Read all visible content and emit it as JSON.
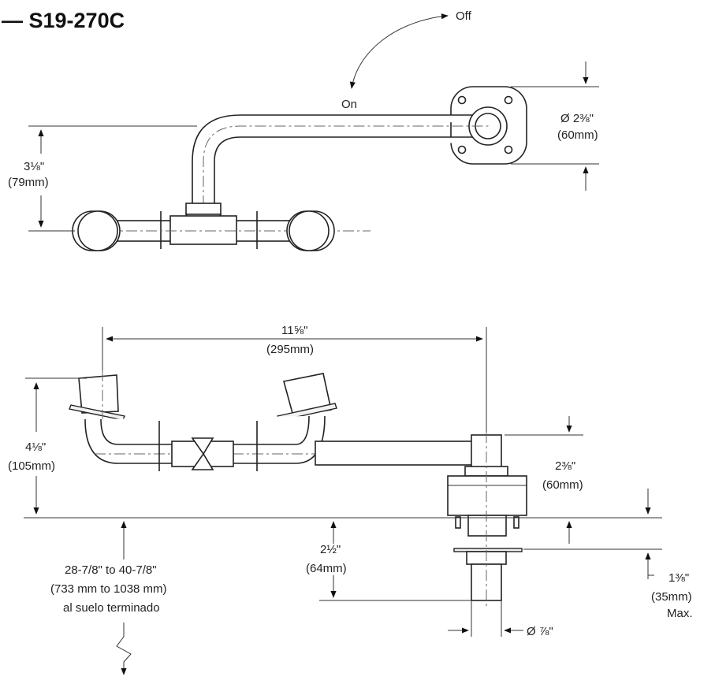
{
  "title": "— S19-270C",
  "labels": {
    "off": "Off",
    "on": "On",
    "dia_flange_in": "Ø 2⅜\"",
    "dia_flange_mm": "(60mm)",
    "top_height_in": "3⅛\"",
    "top_height_mm": "(79mm)",
    "width_in": "11⅝\"",
    "width_mm": "(295mm)",
    "left_height_in": "4⅛\"",
    "left_height_mm": "(105mm)",
    "body_height_in": "2⅜\"",
    "body_height_mm": "(60mm)",
    "floor_line1": "28-7/8\" to 40-7/8\"",
    "floor_line2": "(733 mm to 1038 mm)",
    "floor_line3": "al suelo terminado",
    "shank_in": "2½\"",
    "shank_mm": "(64mm)",
    "max_in": "1⅜\"",
    "max_mm": "(35mm)",
    "max_word": "Max.",
    "pipe_dia": "Ø ⅞\""
  }
}
